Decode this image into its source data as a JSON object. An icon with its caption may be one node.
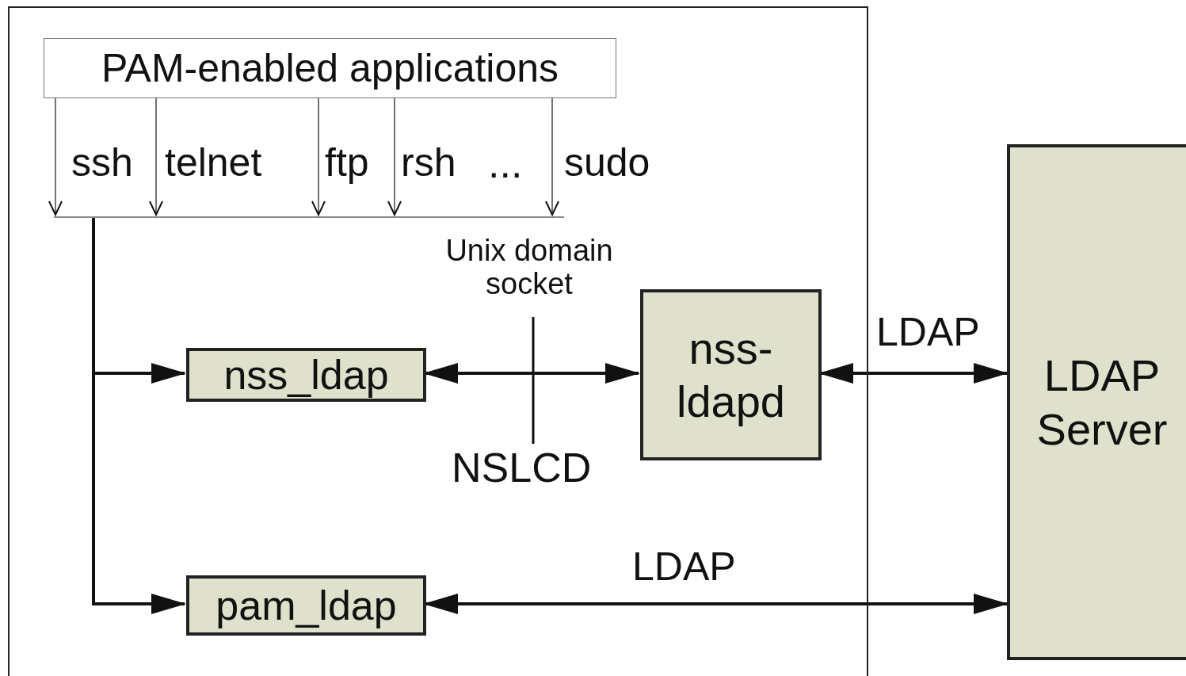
{
  "diagram": {
    "nodes": [
      {
        "text": [],
        "shape": "box"
      },
      {
        "text": [
          "PAM-enabled applications"
        ],
        "in": 0
      },
      {
        "text": [],
        "shape": "bar",
        "in": 0
      },
      {
        "text": [
          "nss_ldap"
        ],
        "in": 0
      },
      {
        "text": [
          "nss-ldapd"
        ],
        "in": 0
      },
      {
        "text": [
          "pam_ldap"
        ],
        "in": 0
      },
      {
        "text": [
          "LDAP Server"
        ]
      }
    ],
    "edges": [
      {
        "from": 1,
        "to": 2,
        "arrow": "to",
        "label": "ssh"
      },
      {
        "from": 1,
        "to": 2,
        "arrow": "to",
        "label": "telnet"
      },
      {
        "from": 1,
        "to": 2,
        "arrow": "to",
        "label": "ftp"
      },
      {
        "from": 1,
        "to": 2,
        "arrow": "to",
        "label": "rsh"
      },
      {
        "from": 1,
        "to": 2,
        "arrow": "to",
        "label": "sudo"
      },
      {
        "from": 2,
        "to": 3,
        "arrow": "to",
        "style": "thick"
      },
      {
        "from": 2,
        "to": 5,
        "arrow": "to",
        "style": "thick"
      },
      {
        "from": 3,
        "to": 4,
        "arrow": "both",
        "style": "thick"
      },
      {
        "from": 4,
        "to": 6,
        "arrow": "both",
        "label": "LDAP",
        "style": "thick"
      },
      {
        "from": 5,
        "to": 6,
        "arrow": "both",
        "label": "LDAP",
        "style": "thick"
      }
    ],
    "labels": [
      "...",
      "Unix domain socket",
      "NSLCD"
    ]
  }
}
